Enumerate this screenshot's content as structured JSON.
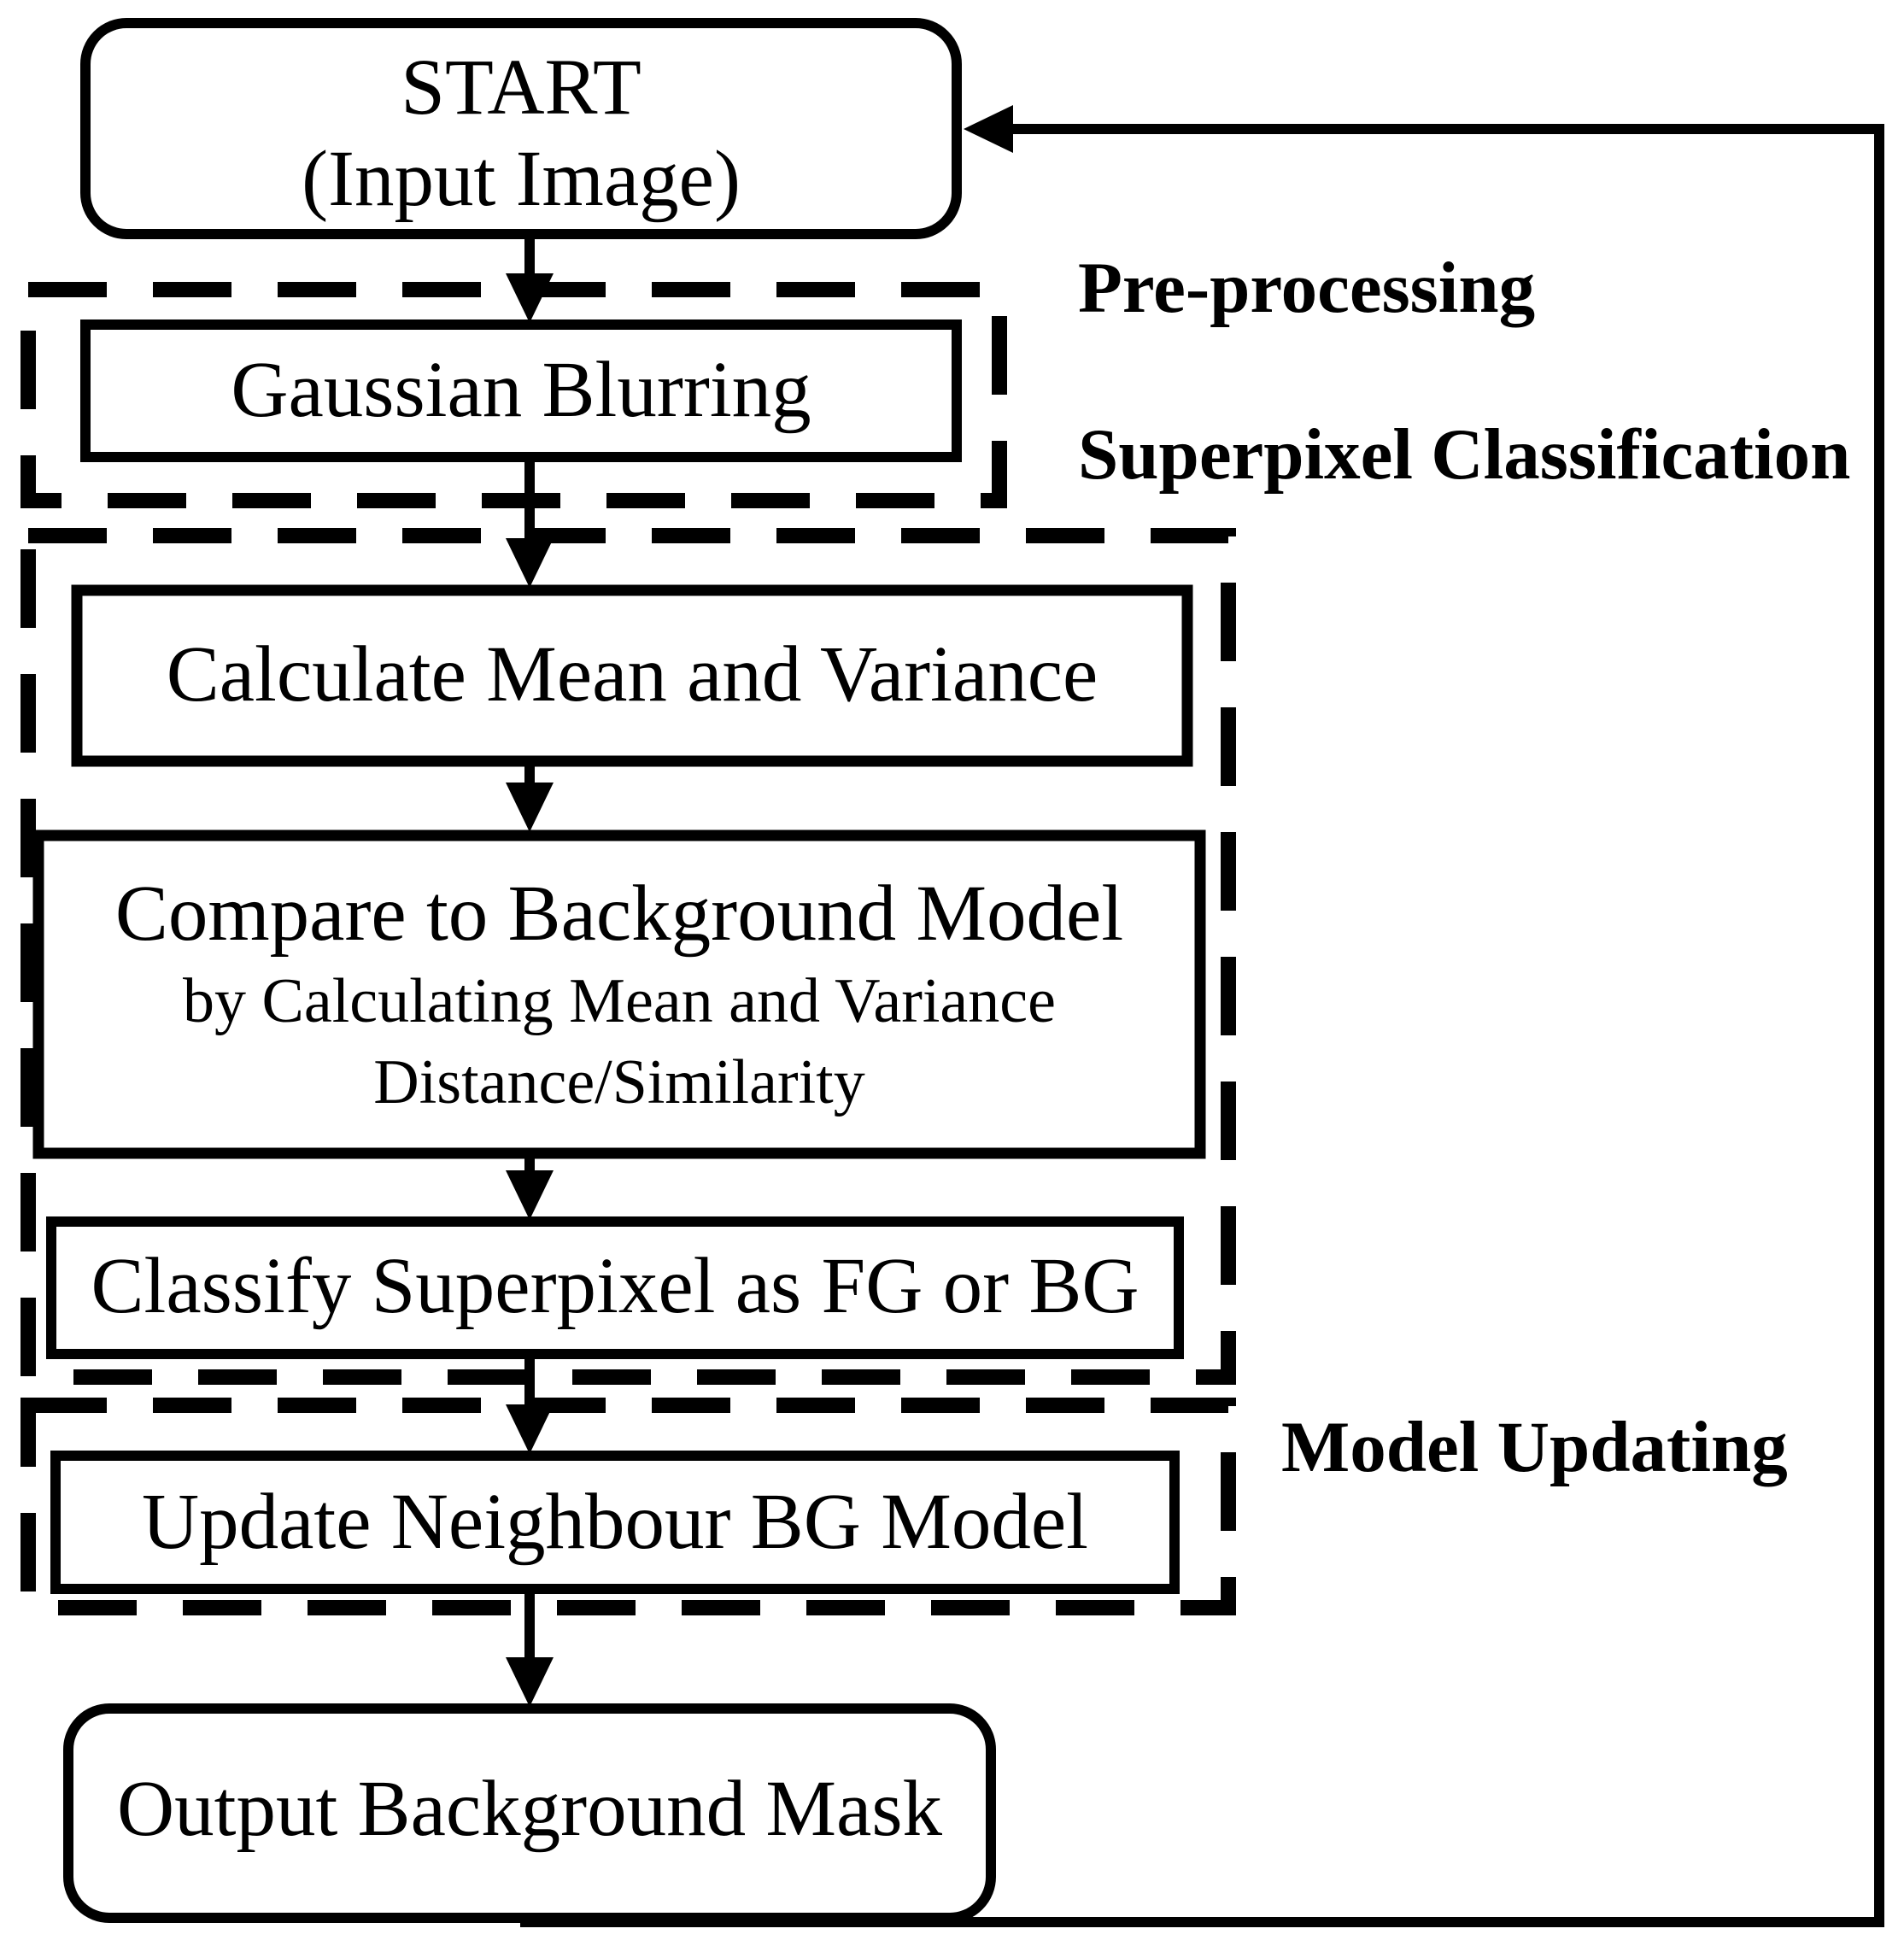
{
  "nodes": {
    "start": {
      "line1": "START",
      "line2": "(Input Image)"
    },
    "gaussian": {
      "label": "Gaussian Blurring"
    },
    "calculate": {
      "label": "Calculate Mean and Variance"
    },
    "compare": {
      "line1": "Compare to Background Model",
      "line2": "by Calculating Mean and Variance",
      "line3": "Distance/Similarity"
    },
    "classify": {
      "label": "Classify Superpixel as FG or BG"
    },
    "update": {
      "label": "Update Neighbour BG Model"
    },
    "output": {
      "label": "Output Background Mask"
    }
  },
  "groups": {
    "preprocessing": {
      "label": "Pre-processing"
    },
    "superpixel_classification": {
      "label": "Superpixel Classification"
    },
    "model_updating": {
      "label": "Model Updating"
    }
  },
  "edges": [
    {
      "from": "start",
      "to": "gaussian",
      "kind": "flow"
    },
    {
      "from": "gaussian",
      "to": "calculate",
      "kind": "flow"
    },
    {
      "from": "calculate",
      "to": "compare",
      "kind": "flow"
    },
    {
      "from": "compare",
      "to": "classify",
      "kind": "flow"
    },
    {
      "from": "classify",
      "to": "update",
      "kind": "flow"
    },
    {
      "from": "update",
      "to": "output",
      "kind": "flow"
    },
    {
      "from": "output",
      "to": "start",
      "kind": "feedback-loop"
    }
  ],
  "colors": {
    "ink": "#000000",
    "paper": "#ffffff"
  }
}
